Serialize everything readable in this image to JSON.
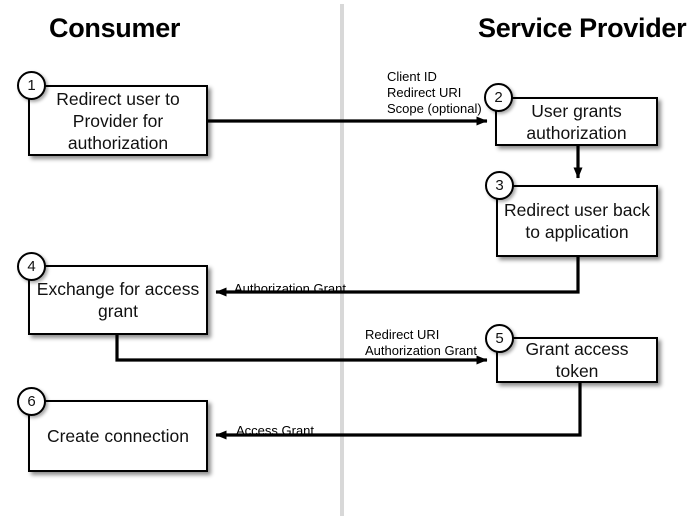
{
  "diagram": {
    "title_left": "Consumer",
    "title_right": "Service Provider",
    "nodes": [
      {
        "num": "1",
        "label": "Redirect user to\nProvider for\nauthorization",
        "column": "consumer"
      },
      {
        "num": "2",
        "label": "User grants\nauthorization",
        "column": "provider"
      },
      {
        "num": "3",
        "label": "Redirect user back\nto application",
        "column": "provider"
      },
      {
        "num": "4",
        "label": "Exchange for access\ngrant",
        "column": "consumer"
      },
      {
        "num": "5",
        "label": "Grant access token",
        "column": "provider"
      },
      {
        "num": "6",
        "label": "Create connection",
        "column": "consumer"
      }
    ],
    "edges": [
      {
        "id": "e1",
        "from": "1",
        "to": "2",
        "label": "Client ID\nRedirect URI\nScope (optional)"
      },
      {
        "id": "e2",
        "from": "2",
        "to": "3",
        "label": ""
      },
      {
        "id": "e3",
        "from": "3",
        "to": "4",
        "label": "Authorization Grant"
      },
      {
        "id": "e4",
        "from": "4",
        "to": "5",
        "label": "Redirect URI\nAuthorization Grant"
      },
      {
        "id": "e5",
        "from": "5",
        "to": "6",
        "label": "Access Grant"
      }
    ],
    "colors": {
      "stroke": "#000000",
      "node_fill": "#ffffff",
      "divider": "#d8d8d8",
      "background": "#ffffff"
    }
  }
}
